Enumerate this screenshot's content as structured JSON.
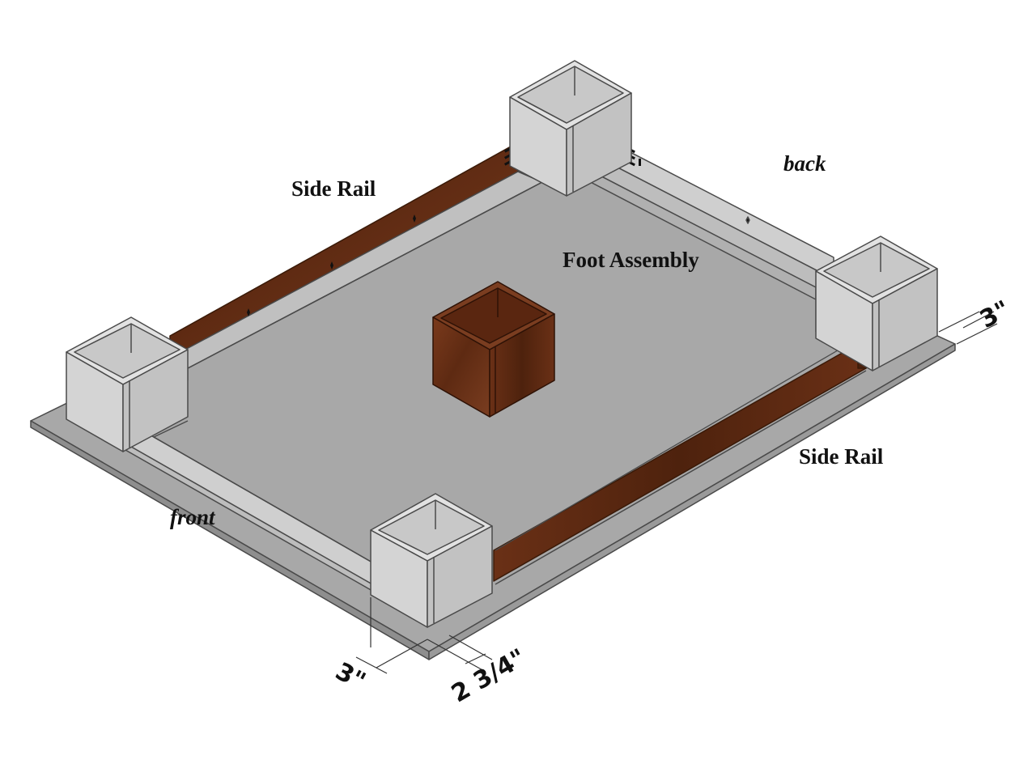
{
  "labels": {
    "side_rail_back": "Side Rail",
    "side_rail_front": "Side Rail",
    "foot_assembly": "Foot Assembly",
    "back": "back",
    "front": "front"
  },
  "dimensions": {
    "right_leg_width": "3\"",
    "front_leg_width": "3\"",
    "front_rail_offset": "2 3/4\""
  },
  "colors": {
    "base_top": "#a8a8a8",
    "base_edge": "#8e8e8e",
    "panel_light": "#d6d6d6",
    "panel_mid": "#c4c4c4",
    "panel_dark": "#b2b2b2",
    "wood": "#6b3318",
    "wood_dark": "#4a200c",
    "outline": "#4a4a4a"
  }
}
